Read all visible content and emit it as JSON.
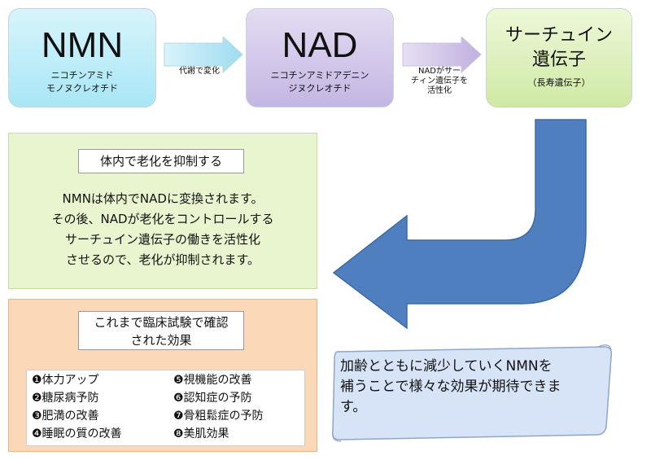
{
  "nmn": {
    "title": "NMN",
    "sub1": "ニコチンアミド",
    "sub2": "モノヌクレオチド"
  },
  "arrow1": {
    "label": "代謝で変化"
  },
  "nad": {
    "title": "NAD",
    "sub1": "ニコチンアミドアデニン",
    "sub2": "ジヌクレオチド"
  },
  "arrow2": {
    "line1": "NADがサー",
    "line2": "チィン遺伝子を",
    "line3": "活性化"
  },
  "sirtuin": {
    "title1": "サーチュイン",
    "title2": "遺伝子",
    "sub": "（長寿遺伝子）"
  },
  "green": {
    "title": "体内で老化を抑制する",
    "lines": [
      "NMNは体内でNADに変換されます。",
      "その後、NADが老化をコントロールする",
      "サーチュイン遺伝子の働きを活性化",
      "させるので、老化が抑制されます。"
    ]
  },
  "orange": {
    "title1": "これまで臨床試験で確認",
    "title2": "された効果",
    "effects": [
      "❶体力アップ",
      "❷糖尿病予防",
      "❸肥満の改善",
      "❹睡眠の質の改善",
      "❺視機能の改善",
      "❻認知症の予防",
      "❼骨粗鬆症の予防",
      "❽美肌効果"
    ]
  },
  "scroll": {
    "lines": [
      "加齢とともに減少していくNMNを",
      "補うことで様々な効果が期待できま",
      "す。"
    ]
  },
  "colors": {
    "nmn_box": "#a9e6f6",
    "nad_box": "#c4b6e3",
    "sirtuin_box": "#cfe9a4",
    "arrow_blue": "#4f7fbf",
    "green_panel": "#e8f5cf",
    "orange_panel": "#fbd9b8",
    "scroll_fill": "#d7e4f7"
  }
}
